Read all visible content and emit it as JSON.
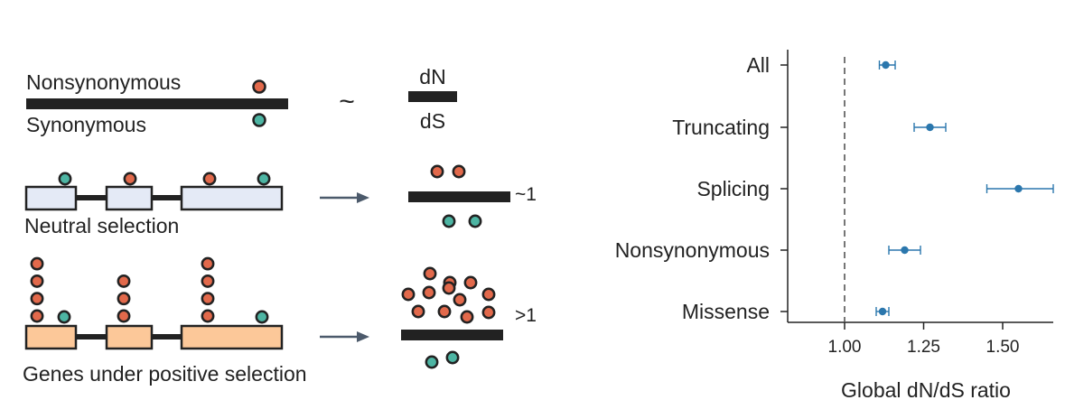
{
  "colors": {
    "nonsynonymous_dot": "#e2694b",
    "synonymous_dot": "#4db5a3",
    "neutral_exon_fill": "#e4eaf6",
    "positive_exon_fill": "#fcc899",
    "outline": "#222222",
    "arrow": "#4c5a6b",
    "estimate": "#2b77ad",
    "reference_line": "#555555"
  },
  "legend": {
    "nonsynonymous_label": "Nonsynonymous",
    "synonymous_label": "Synonymous",
    "tilde": "~",
    "ratio_numerator": "dN",
    "ratio_denominator": "dS"
  },
  "neutral": {
    "label": "Neutral selection",
    "ratio_label": "~1",
    "gene_top": {
      "nonsynonymous": [
        0,
        1,
        1,
        0
      ],
      "synonymous": [
        1,
        0,
        0,
        1
      ]
    },
    "ratio_dots": {
      "nonsynonymous": 2,
      "synonymous": 2
    }
  },
  "positive": {
    "label": "Genes under positive selection",
    "ratio_label": ">1",
    "gene_top": {
      "nonsynonymous": [
        4,
        3,
        4,
        0
      ],
      "synonymous": [
        1,
        0,
        0,
        1
      ]
    },
    "ratio_dots": {
      "nonsynonymous": 12,
      "synonymous": 2
    }
  },
  "chart_data": {
    "type": "scatter",
    "categories": [
      "All",
      "Truncating",
      "Splicing",
      "Nonsynonymous",
      "Missense"
    ],
    "estimates": [
      1.13,
      1.27,
      1.55,
      1.19,
      1.12
    ],
    "ci_low": [
      1.11,
      1.22,
      1.45,
      1.14,
      1.1
    ],
    "ci_high": [
      1.16,
      1.32,
      1.66,
      1.24,
      1.14
    ],
    "xlabel": "Global dN/dS ratio",
    "xlim": [
      0.82,
      1.66
    ],
    "xticks": [
      1.0,
      1.25,
      1.5
    ],
    "xtick_labels": [
      "1.00",
      "1.25",
      "1.50"
    ],
    "reference_line": 1.0,
    "grid": false
  }
}
